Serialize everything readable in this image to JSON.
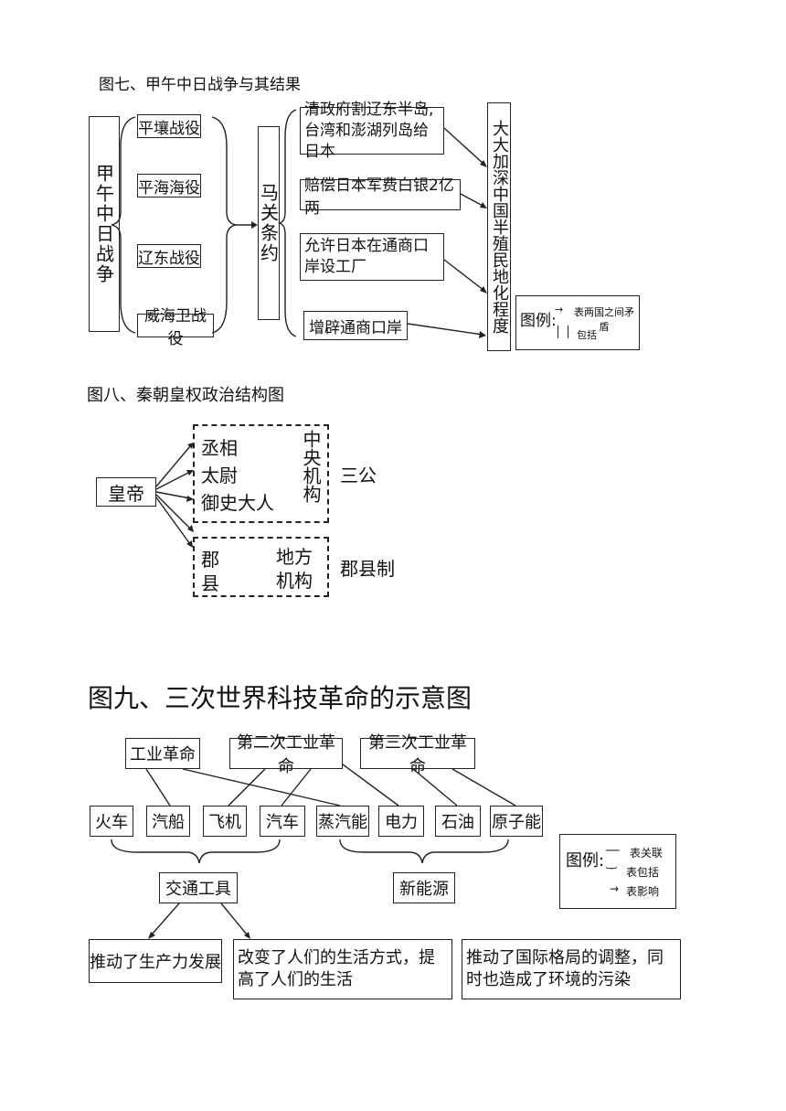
{
  "fig7": {
    "title": "图七、甲午中日战争与其结果",
    "war": "甲午中日战争",
    "battles": [
      "平壤战役",
      "平海海役",
      "辽东战役",
      "威海卫战役"
    ],
    "treaty": "马关条约",
    "terms": [
      "清政府割辽东半岛,台湾和澎湖列岛给日本",
      "赔偿日本军费白银2亿两",
      "允许日本在通商口岸设工厂",
      "增辟通商口岸"
    ],
    "result": "大大加深中国半殖民地化程度",
    "legend": {
      "title": "图例:",
      "arrow": "表两国之间矛盾",
      "brace": "包括"
    }
  },
  "fig8": {
    "title": "图八、秦朝皇权政治结构图",
    "emperor": "皇帝",
    "central": {
      "items": [
        "丞相",
        "太尉",
        "御史大人"
      ],
      "label": "中央机构",
      "name": "三公"
    },
    "local": {
      "items": [
        "郡",
        "县"
      ],
      "label": "地方机构",
      "name": "郡县制"
    }
  },
  "fig9": {
    "title": "图九、三次世界科技革命的示意图",
    "revolutions": [
      "工业革命",
      "第二次工业革命",
      "第三次工业革命"
    ],
    "items": [
      "火车",
      "汽船",
      "飞机",
      "汽车",
      "蒸汽能",
      "电力",
      "石油",
      "原子能"
    ],
    "groups": [
      "交通工具",
      "新能源"
    ],
    "effects": [
      "推动了生产力发展",
      "改变了人们的生活方式，提高了人们的生活",
      "推动了国际格局的调整，同时也造成了环境的污染"
    ],
    "legend": {
      "title": "图例:",
      "line": "表关联",
      "brace": "表包括",
      "arrow": "表影响"
    }
  }
}
